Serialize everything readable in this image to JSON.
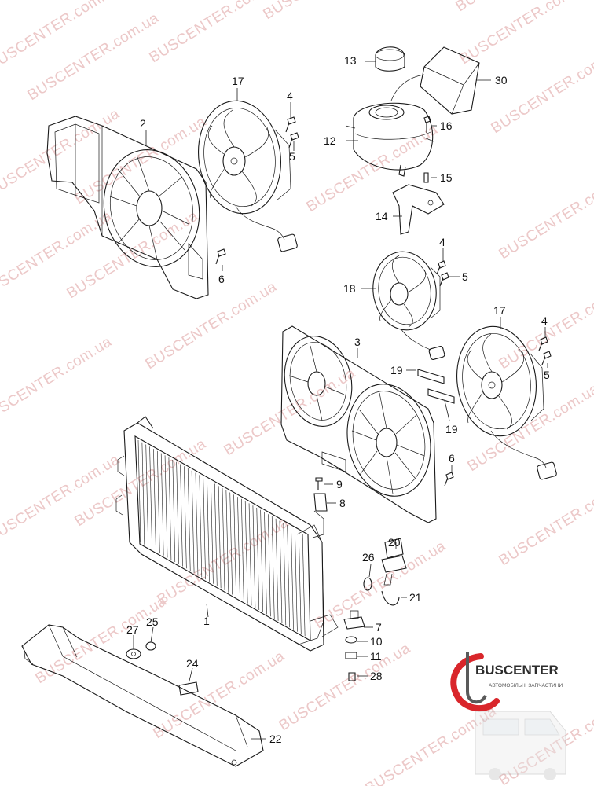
{
  "watermark": {
    "text": "BUSCENTER.com.ua",
    "color": "#e7b9b9"
  },
  "logo": {
    "name": "BUSCENTER",
    "tagline": "АВТОМОБІЛЬНІ ЗАПЧАСТИНИ",
    "accent_color": "#d9262b"
  },
  "callouts": {
    "c1": "1",
    "c2": "2",
    "c3": "3",
    "c4a": "4",
    "c4b": "4",
    "c4c": "4",
    "c5a": "5",
    "c5b": "5",
    "c5c": "5",
    "c6a": "6",
    "c6b": "6",
    "c7": "7",
    "c8": "8",
    "c9": "9",
    "c10": "10",
    "c11": "11",
    "c12": "12",
    "c13": "13",
    "c14": "14",
    "c15": "15",
    "c16": "16",
    "c17a": "17",
    "c17b": "17",
    "c18": "18",
    "c19a": "19",
    "c19b": "19",
    "c20": "20",
    "c21": "21",
    "c22": "22",
    "c24": "24",
    "c25": "25",
    "c26": "26",
    "c27": "27",
    "c28": "28",
    "c30": "30"
  }
}
